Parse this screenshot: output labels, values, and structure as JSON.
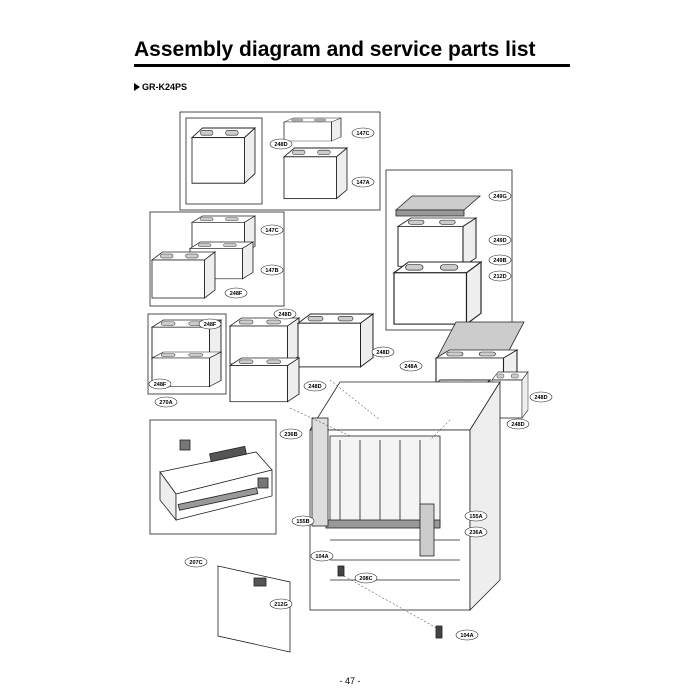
{
  "page": {
    "title": "Assembly diagram and service parts list",
    "model": "GR-K24PS",
    "page_number": "- 47 -"
  },
  "labels": [
    {
      "id": "147c-top",
      "text": "147C"
    },
    {
      "id": "248d-top",
      "text": "248D"
    },
    {
      "id": "147a",
      "text": "147A"
    },
    {
      "id": "249g",
      "text": "249G"
    },
    {
      "id": "249d",
      "text": "249D"
    },
    {
      "id": "249b",
      "text": "249B"
    },
    {
      "id": "212d",
      "text": "212D"
    },
    {
      "id": "147c-mid",
      "text": "147C"
    },
    {
      "id": "147b",
      "text": "147B"
    },
    {
      "id": "248f-mid",
      "text": "248F"
    },
    {
      "id": "248d-a",
      "text": "248D"
    },
    {
      "id": "248f-b",
      "text": "248F"
    },
    {
      "id": "248d-b",
      "text": "248D"
    },
    {
      "id": "248a",
      "text": "248A"
    },
    {
      "id": "248f-c",
      "text": "248F"
    },
    {
      "id": "248d-c",
      "text": "248D"
    },
    {
      "id": "248d-d",
      "text": "248D"
    },
    {
      "id": "248d-e",
      "text": "248D"
    },
    {
      "id": "270a",
      "text": "270A"
    },
    {
      "id": "236b",
      "text": "236B"
    },
    {
      "id": "155a",
      "text": "155A"
    },
    {
      "id": "236a",
      "text": "236A"
    },
    {
      "id": "155b",
      "text": "155B"
    },
    {
      "id": "104a-a",
      "text": "104A"
    },
    {
      "id": "208c",
      "text": "208C"
    },
    {
      "id": "207c",
      "text": "207C"
    },
    {
      "id": "212g",
      "text": "212G"
    },
    {
      "id": "104a-b",
      "text": "104A"
    }
  ]
}
